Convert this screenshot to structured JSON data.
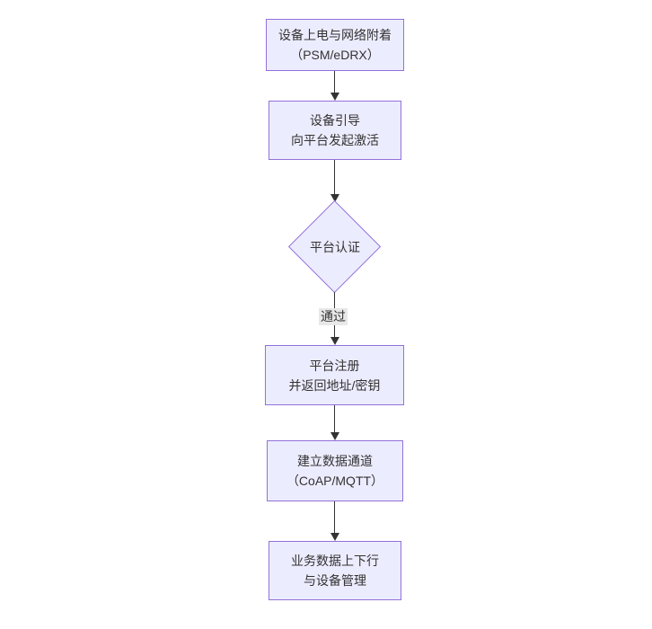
{
  "diagram": {
    "type": "flowchart",
    "direction": "top-down",
    "colors": {
      "background": "#ffffff",
      "node_fill": "#ECECFF",
      "node_border": "#9370DB",
      "text": "#333333",
      "arrow": "#333333",
      "edge_label_bg": "#e8e8e8"
    },
    "nodes": [
      {
        "shape": "rect",
        "lines": [
          "设备上电与网络附着",
          "（PSM/eDRX）"
        ]
      },
      {
        "shape": "rect",
        "lines": [
          "设备引导",
          "向平台发起激活"
        ]
      },
      {
        "shape": "diamond",
        "lines": [
          "平台认证"
        ]
      },
      {
        "shape": "rect",
        "lines": [
          "平台注册",
          "并返回地址/密钥"
        ]
      },
      {
        "shape": "rect",
        "lines": [
          "建立数据通道",
          "（CoAP/MQTT）"
        ]
      },
      {
        "shape": "rect",
        "lines": [
          "业务数据上下行",
          "与设备管理"
        ]
      }
    ],
    "edges": [
      {
        "from": 0,
        "to": 1,
        "label": ""
      },
      {
        "from": 1,
        "to": 2,
        "label": ""
      },
      {
        "from": 2,
        "to": 3,
        "label": "通过"
      },
      {
        "from": 3,
        "to": 4,
        "label": ""
      },
      {
        "from": 4,
        "to": 5,
        "label": ""
      }
    ]
  }
}
